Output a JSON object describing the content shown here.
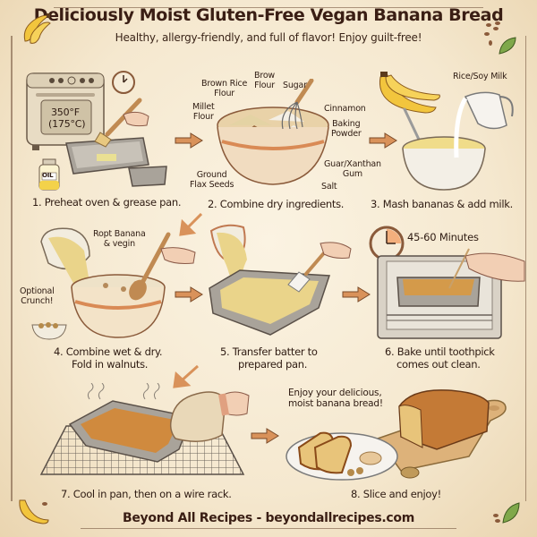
{
  "header": {
    "title": "Deliciously Moist Gluten-Free Vegan Banana Bread",
    "subtitle": "Healthy, allergy-friendly, and full of flavor! Enjoy guilt-free!"
  },
  "steps": [
    {
      "number": 1,
      "label": "1. Preheat oven & grease pan.",
      "annotations": {
        "oven_temp_f": "350°F",
        "oven_temp_c": "(175°C)",
        "jar_label": "OIL"
      }
    },
    {
      "number": 2,
      "label": "2. Combine dry ingredients.",
      "annotations": {
        "brown_rice_flour": "Brown Rice\nFlour",
        "brow_flour": "Brow\nFlour",
        "sugar": "Sugar",
        "millet_flour": "Millet\nFlour",
        "cinnamon": "Cinnamon",
        "baking_powder": "Baking\nPowder",
        "guar_xanthan_gum": "Guar/Xanthan\nGum",
        "ground_flax_seeds": "Ground\nFlax Seeds",
        "salt": "Salt"
      }
    },
    {
      "number": 3,
      "label": "3. Mash bananas & add milk.",
      "annotations": {
        "milk": "Rice/Soy Milk"
      }
    },
    {
      "number": 4,
      "label_line1": "4. Combine wet & dry.",
      "label_line2": "Fold in walnuts.",
      "annotations": {
        "ropt_banana": "Ropt Banana\n& vegin",
        "optional_crunch": "Optional\nCrunch!"
      }
    },
    {
      "number": 5,
      "label_line1": "5. Transfer batter to",
      "label_line2": "prepared pan."
    },
    {
      "number": 6,
      "label_line1": "6. Bake until toothpick",
      "label_line2": "comes out clean.",
      "annotations": {
        "bake_time": "45-60 Minutes"
      }
    },
    {
      "number": 7,
      "label": "7. Cool in pan, then on a wire rack."
    },
    {
      "number": 8,
      "label": "8. Slice and enjoy!",
      "annotations": {
        "enjoy_line1": "Enjoy your delicious,",
        "enjoy_line2": "moist banana bread!"
      }
    }
  ],
  "footer": {
    "credit": "Beyond All Recipes - beyondallrecipes.com"
  },
  "icons": [
    "banana-bunch-icon",
    "seeds-leaf-icon",
    "oven-icon",
    "clock-icon",
    "oil-jar-icon",
    "mixing-bowl-icon",
    "whisk-icon",
    "milk-pitcher-icon",
    "fork-icon",
    "wooden-spoon-icon",
    "spatula-icon",
    "baking-pan-icon",
    "toothpick-icon",
    "oven-mitt-icon",
    "wire-rack-icon",
    "bread-loaf-icon",
    "cutting-board-icon",
    "walnut-icon",
    "arrow-right-icon",
    "arrow-down-left-icon"
  ],
  "colors": {
    "background": "#f5e8cf",
    "text": "#3a1e14",
    "arrow": "#d9925a",
    "banana": "#f2c53d",
    "bread": "#c9863e",
    "pan": "#9a948c",
    "bowl_rim": "#d98a55"
  }
}
